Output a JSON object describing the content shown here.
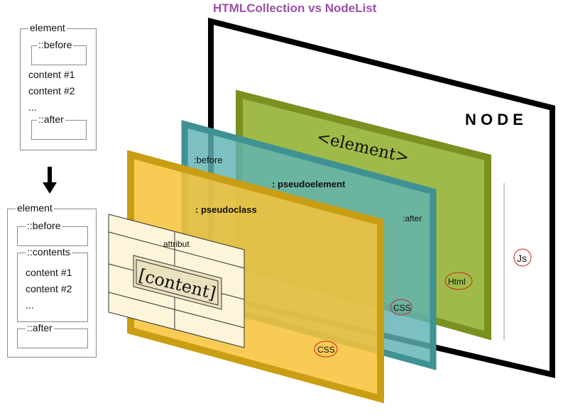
{
  "title": "HTMLCollection vs NodeList",
  "diagram": {
    "node_label": "N O D E",
    "element_label": "<element>",
    "before_label": ":before",
    "pseudoelement_label": ": pseudoelement",
    "pseudoclass_label": ": pseudoclass",
    "after_label": ":after",
    "attribut_label": "attribut",
    "content_label": "[content]",
    "html_badge": "Html",
    "css_badge_teal": "CSS",
    "css_badge_yellow": "CSS",
    "js_badge": "Js",
    "colors": {
      "green_panel": "#9ab63e",
      "teal_panel": "#5fb2b3",
      "yellow_panel": "#f7c239",
      "badge_ring": "#cc2222",
      "title": "#9b4fa8"
    }
  },
  "legend_top": {
    "element": "element",
    "before": "::before",
    "content1": "content #1",
    "content2": "content #2",
    "ellipsis": "...",
    "after": "::after"
  },
  "legend_bottom": {
    "element": "element",
    "before": "::before",
    "contents": "::contents",
    "content1": "content #1",
    "content2": "content #2",
    "ellipsis": "...",
    "after": "::after"
  }
}
